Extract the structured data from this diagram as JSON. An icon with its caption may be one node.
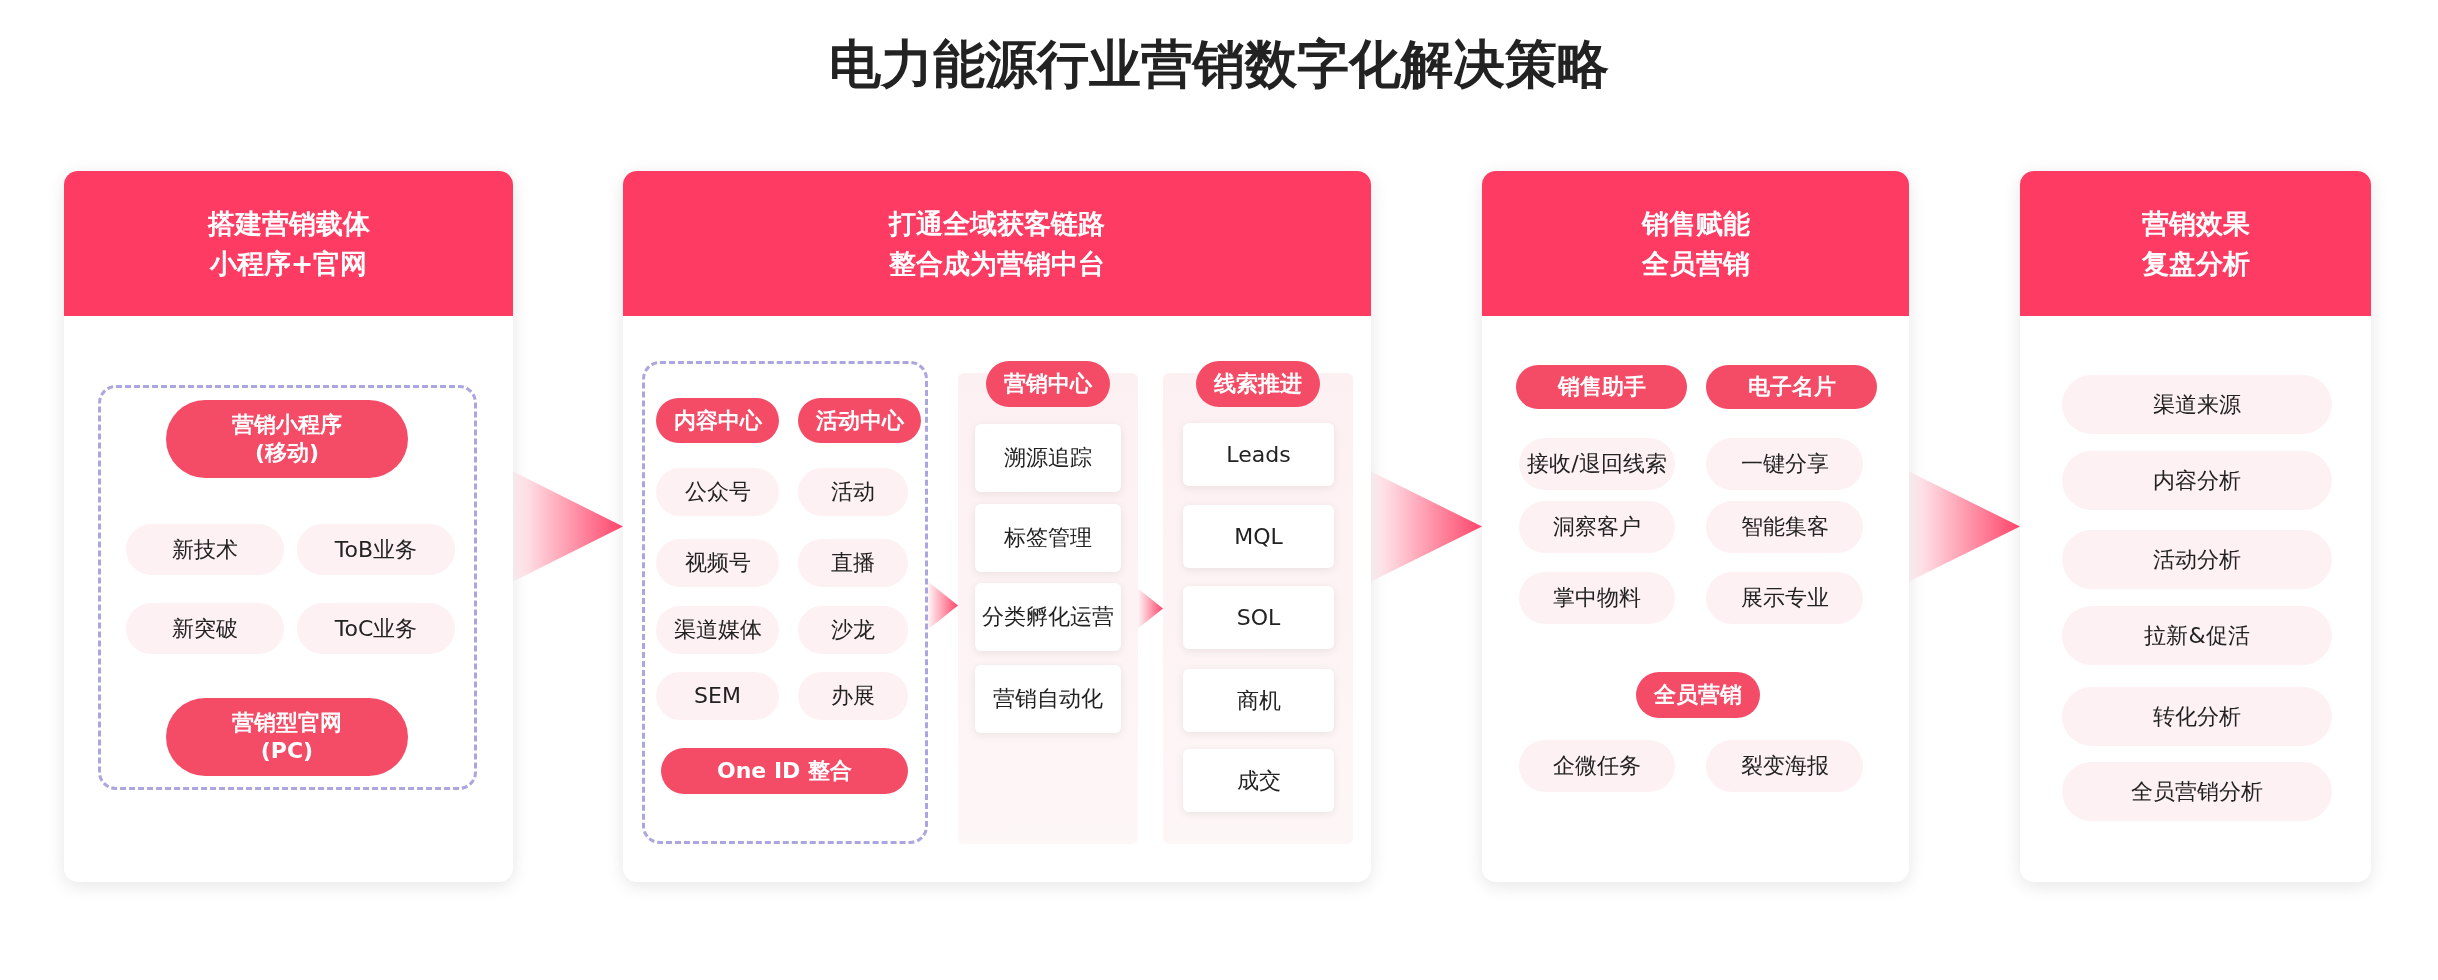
{
  "diagram": {
    "title": "电力能源行业营销数字化解决策略",
    "nodes": [
      {
        "text": [
          "搭建营销载体",
          "小程序+官网"
        ]
      },
      {
        "text": [],
        "shape": "box",
        "in": 0
      },
      {
        "text": [
          "营销小程序 (移动)"
        ],
        "in": 1
      },
      {
        "text": [
          "新技术"
        ],
        "in": 1
      },
      {
        "text": [
          "ToB业务"
        ],
        "in": 1
      },
      {
        "text": [
          "新突破"
        ],
        "in": 1
      },
      {
        "text": [
          "ToC业务"
        ],
        "in": 1
      },
      {
        "text": [
          "营销型官网 (PC)"
        ],
        "in": 1
      },
      {
        "text": [
          "打通全域获客链路",
          "整合成为营销中台"
        ]
      },
      {
        "text": [],
        "shape": "box",
        "in": 8
      },
      {
        "text": [
          "内容中心"
        ],
        "in": 9
      },
      {
        "text": [
          "活动中心"
        ],
        "in": 9
      },
      {
        "text": [
          "公众号"
        ],
        "in": 9
      },
      {
        "text": [
          "活动"
        ],
        "in": 9
      },
      {
        "text": [
          "视频号"
        ],
        "in": 9
      },
      {
        "text": [
          "直播"
        ],
        "in": 9
      },
      {
        "text": [
          "渠道媒体"
        ],
        "in": 9
      },
      {
        "text": [
          "沙龙"
        ],
        "in": 9
      },
      {
        "text": [
          "SEM"
        ],
        "in": 9
      },
      {
        "text": [
          "办展"
        ],
        "in": 9
      },
      {
        "text": [
          "One ID 整合"
        ],
        "in": 9
      },
      {
        "text": [],
        "shape": "box",
        "in": 8
      },
      {
        "text": [
          "营销中心"
        ],
        "in": 21
      },
      {
        "text": [
          "溯源追踪"
        ],
        "in": 21
      },
      {
        "text": [
          "标签管理"
        ],
        "in": 21
      },
      {
        "text": [
          "分类孵化运营"
        ],
        "in": 21
      },
      {
        "text": [
          "营销自动化"
        ],
        "in": 21
      },
      {
        "text": [],
        "shape": "box",
        "in": 8
      },
      {
        "text": [
          "线索推进"
        ],
        "in": 27
      },
      {
        "text": [
          "Leads"
        ],
        "in": 27
      },
      {
        "text": [
          "MQL"
        ],
        "in": 27
      },
      {
        "text": [
          "SOL"
        ],
        "in": 27
      },
      {
        "text": [
          "商机"
        ],
        "in": 27
      },
      {
        "text": [
          "成交"
        ],
        "in": 27
      },
      {
        "text": [
          "销售赋能",
          "全员营销"
        ]
      },
      {
        "text": [
          "销售助手"
        ],
        "in": 34
      },
      {
        "text": [
          "电子名片"
        ],
        "in": 34
      },
      {
        "text": [
          "接收/退回线索"
        ],
        "in": 34
      },
      {
        "text": [
          "一键分享"
        ],
        "in": 34
      },
      {
        "text": [
          "洞察客户"
        ],
        "in": 34
      },
      {
        "text": [
          "智能集客"
        ],
        "in": 34
      },
      {
        "text": [
          "掌中物料"
        ],
        "in": 34
      },
      {
        "text": [
          "展示专业"
        ],
        "in": 34
      },
      {
        "text": [
          "全员营销"
        ],
        "in": 34
      },
      {
        "text": [
          "企微任务"
        ],
        "in": 34
      },
      {
        "text": [
          "裂变海报"
        ],
        "in": 34
      },
      {
        "text": [
          "营销效果",
          "复盘分析"
        ]
      },
      {
        "text": [
          "渠道来源"
        ],
        "in": 46
      },
      {
        "text": [
          "内容分析"
        ],
        "in": 46
      },
      {
        "text": [
          "活动分析"
        ],
        "in": 46
      },
      {
        "text": [
          "拉新&促活"
        ],
        "in": 46
      },
      {
        "text": [
          "转化分析"
        ],
        "in": 46
      },
      {
        "text": [
          "全员营销分析"
        ],
        "in": 46
      }
    ],
    "edges": [
      {
        "from": 0,
        "to": 8,
        "arrow": "to"
      },
      {
        "from": 9,
        "to": 21,
        "arrow": "to"
      },
      {
        "from": 21,
        "to": 27,
        "arrow": "to"
      },
      {
        "from": 8,
        "to": 34,
        "arrow": "to"
      },
      {
        "from": 34,
        "to": 46,
        "arrow": "to"
      }
    ]
  }
}
